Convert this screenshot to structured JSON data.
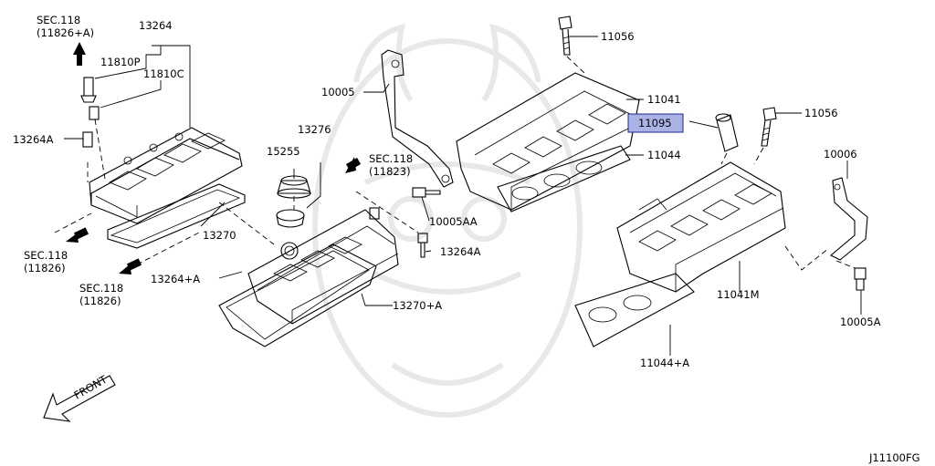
{
  "diagram_id": "J11100FG",
  "front_label": "FRONT",
  "labels": {
    "sec118_top": "SEC.118",
    "sec118_top_ref": "(11826+A)",
    "p13264": "13264",
    "p11810P": "11810P",
    "p11810C": "11810C",
    "p13264A_left": "13264A",
    "sec118_left1": "SEC.118",
    "sec118_left1_ref": "(11826)",
    "sec118_left2": "SEC.118",
    "sec118_left2_ref": "(11826)",
    "p13270": "13270",
    "p13264pA": "13264+A",
    "p15255": "15255",
    "p13276": "13276",
    "sec118_mid": "SEC.118",
    "sec118_mid_ref": "(11823)",
    "p10005": "10005",
    "p10005AA": "10005AA",
    "p13264A_mid": "13264A",
    "p13270pA": "13270+A",
    "p11056_top": "11056",
    "p11041": "11041",
    "p11095": "11095",
    "p11044": "11044",
    "p11056_right": "11056",
    "p10006": "10006",
    "p11041M": "11041M",
    "p11044pA": "11044+A",
    "p10005A": "10005A"
  },
  "colors": {
    "highlight_fill": "#aab3e6",
    "highlight_stroke": "#1c2a8c",
    "watermark": "#e8e8e8"
  }
}
